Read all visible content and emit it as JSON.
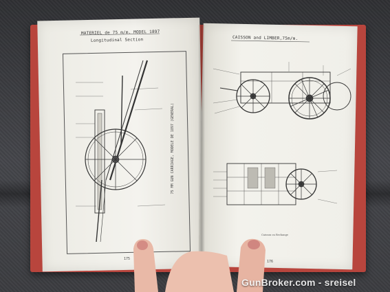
{
  "book": {
    "left_page": {
      "header_line1": "MATERIEL de 75 m/m. MODEL 1897",
      "header_line2": "Longitudinal Section",
      "rotated_caption": "75 MM GUN CARRIAGE, MODELE DE 1897 (GENERAL)",
      "page_number": "175"
    },
    "right_page": {
      "header": "CAISSON and LIMBER,75m/m.",
      "figure_caption": "Caisson ou Rechange",
      "page_number": "176"
    }
  },
  "watermark": {
    "text": "GunBroker.com - sreisel"
  },
  "colors": {
    "cover": "#b8453d",
    "page": "#f1efe8",
    "background": "#3a3b3e",
    "skin": "#e8b8a8"
  }
}
